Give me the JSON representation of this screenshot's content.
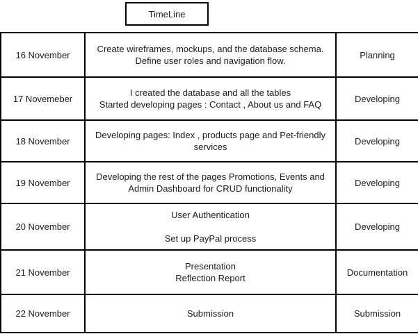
{
  "title_box": {
    "label": "TimeLine"
  },
  "colors": {
    "border": "#000000",
    "background": "#ffffff",
    "text": "#1c1c1c"
  },
  "table": {
    "columns": [
      "date",
      "description",
      "phase"
    ],
    "rows": [
      {
        "date": "16 November",
        "description": "Create wireframes, mockups, and the database schema. Define user roles and navigation flow.",
        "phase": "Planning"
      },
      {
        "date": "17 Novemeber",
        "description": [
          "I created the database and all the tables",
          "Started developing pages : Contact , About us and FAQ"
        ],
        "phase": "Developing"
      },
      {
        "date": "18 November",
        "description": "Developing pages: Index , products page and Pet-friendly services",
        "phase": "Developing"
      },
      {
        "date": "19 November",
        "description": "Developing the rest of the pages Promotions, Events and Admin Dashboard for CRUD functionality",
        "phase": "Developing"
      },
      {
        "date": "20 November",
        "description": [
          "User Authentication",
          "",
          "Set up PayPal process"
        ],
        "phase": "Developing"
      },
      {
        "date": "21 November",
        "description": [
          "Presentation",
          "Reflection Report"
        ],
        "phase": "Documentation"
      },
      {
        "date": "22 November",
        "description": "Submission",
        "phase": "Submission"
      }
    ]
  }
}
